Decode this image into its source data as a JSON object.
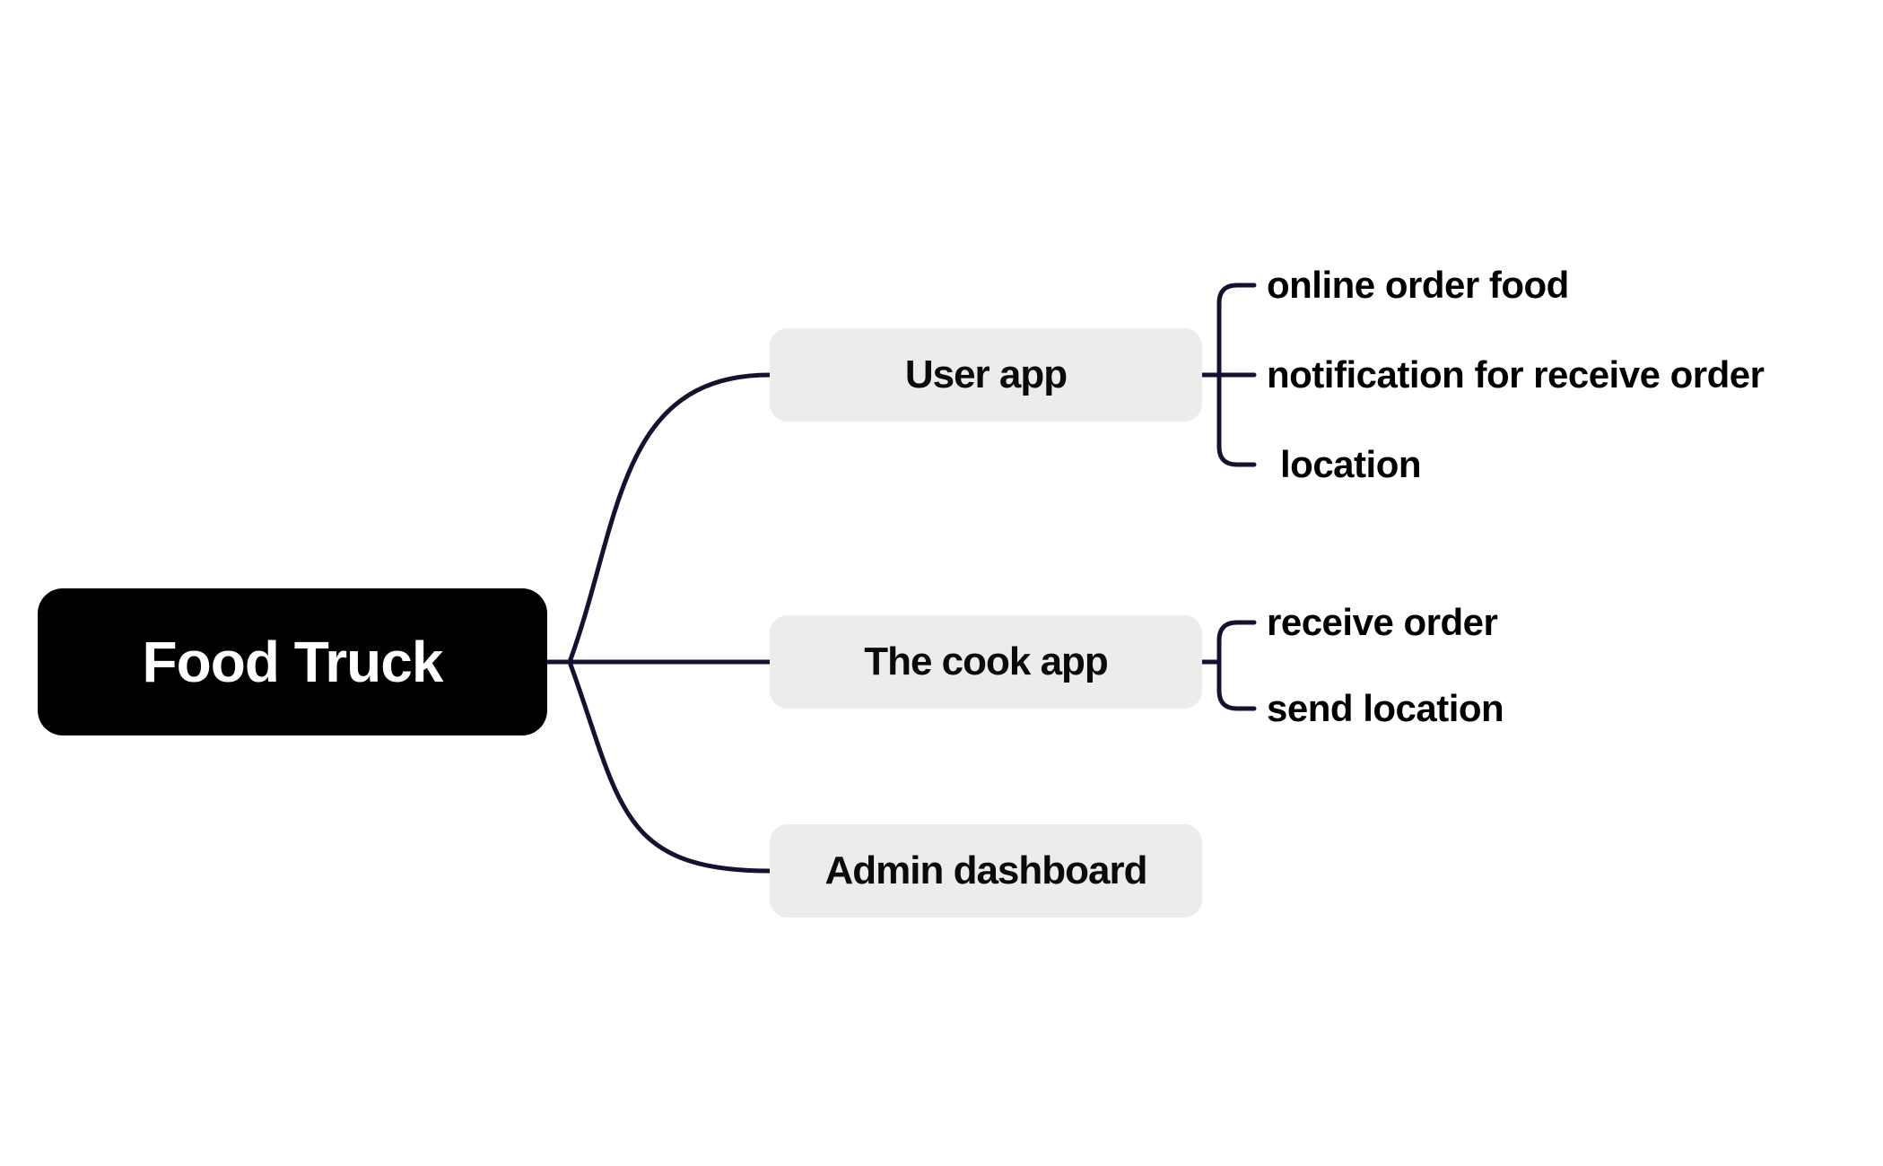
{
  "diagram": {
    "type": "mindmap",
    "root": {
      "label": "Food Truck"
    },
    "branches": [
      {
        "label": "User app",
        "children": [
          "online order food",
          "notification for receive order",
          "location"
        ]
      },
      {
        "label": "The cook app",
        "children": [
          "receive order",
          "send location"
        ]
      },
      {
        "label": "Admin dashboard",
        "children": []
      }
    ],
    "colors": {
      "canvas_bg": "#ffffff",
      "connector_line": "#13132f",
      "root_bg": "#000000",
      "root_text": "#ffffff",
      "branch_bg": "#ececec",
      "branch_text": "#0a0a0a",
      "leaf_text": "#000000"
    }
  }
}
